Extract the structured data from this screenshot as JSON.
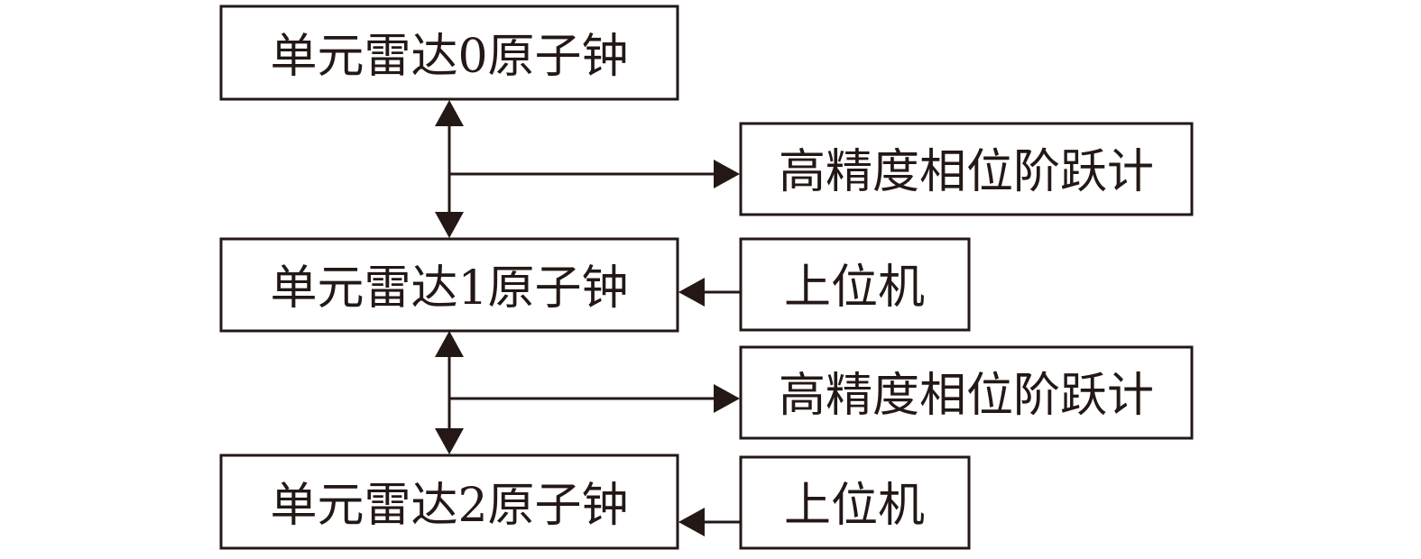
{
  "boxes": {
    "radar0": "单元雷达0原子钟",
    "phase_meter_1": "高精度相位阶跃计",
    "radar1": "单元雷达1原子钟",
    "host_1": "上位机",
    "phase_meter_2": "高精度相位阶跃计",
    "radar2": "单元雷达2原子钟",
    "host_2": "上位机"
  },
  "colors": {
    "stroke": "#231815",
    "background": "#ffffff"
  }
}
